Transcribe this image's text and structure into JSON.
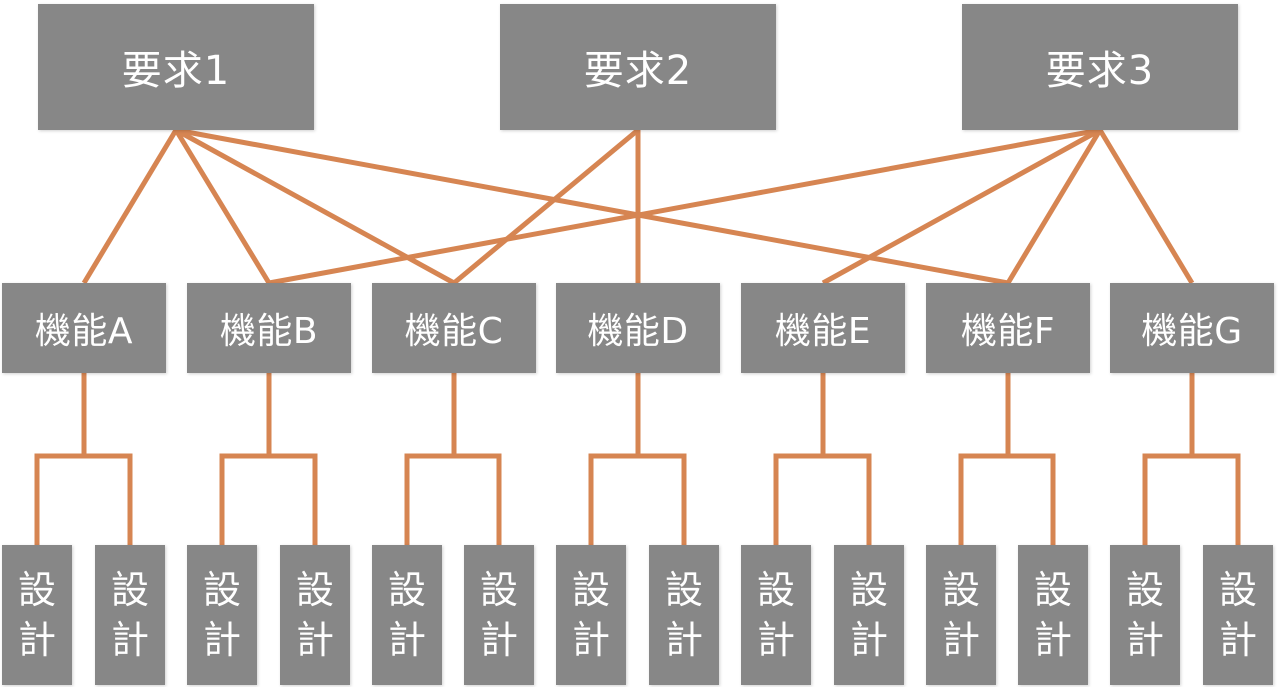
{
  "diagram": {
    "requirements": [
      {
        "id": "req1",
        "label": "要求1"
      },
      {
        "id": "req2",
        "label": "要求2"
      },
      {
        "id": "req3",
        "label": "要求3"
      }
    ],
    "functions": [
      {
        "id": "fA",
        "label": "機能A"
      },
      {
        "id": "fB",
        "label": "機能B"
      },
      {
        "id": "fC",
        "label": "機能C"
      },
      {
        "id": "fD",
        "label": "機能D"
      },
      {
        "id": "fE",
        "label": "機能E"
      },
      {
        "id": "fF",
        "label": "機能F"
      },
      {
        "id": "fG",
        "label": "機能G"
      }
    ],
    "design": {
      "line1": "設",
      "line2": "計",
      "per_function": 2
    },
    "edges": [
      [
        "req1",
        "fA"
      ],
      [
        "req1",
        "fB"
      ],
      [
        "req1",
        "fC"
      ],
      [
        "req1",
        "fF"
      ],
      [
        "req2",
        "fC"
      ],
      [
        "req2",
        "fD"
      ],
      [
        "req3",
        "fB"
      ],
      [
        "req3",
        "fE"
      ],
      [
        "req3",
        "fF"
      ],
      [
        "req3",
        "fG"
      ]
    ],
    "colors": {
      "box": "#878787",
      "text": "#ffffff",
      "line": "#d68552"
    }
  }
}
